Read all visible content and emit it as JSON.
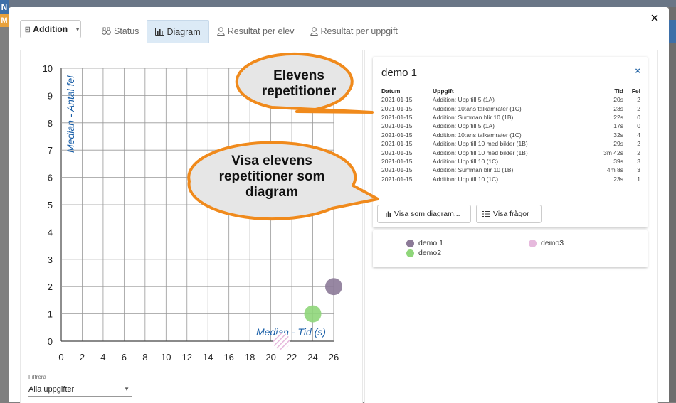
{
  "background": {
    "logo_top": "N",
    "logo_bottom": "M"
  },
  "toolbar": {
    "subject_select": "Addition"
  },
  "tabs": [
    {
      "label": "Status",
      "icon": "binoculars-icon"
    },
    {
      "label": "Diagram",
      "icon": "bar-chart-icon",
      "active": true
    },
    {
      "label": "Resultat per elev",
      "icon": "person-icon"
    },
    {
      "label": "Resultat per uppgift",
      "icon": "person-icon"
    }
  ],
  "close_label": "×",
  "chart_data": {
    "type": "scatter",
    "xlabel": "Median - Tid (s)",
    "ylabel": "Median - Antal fel",
    "xlim": [
      0,
      26
    ],
    "ylim": [
      0,
      10
    ],
    "x_ticks": [
      0,
      2,
      4,
      6,
      8,
      10,
      12,
      14,
      16,
      18,
      20,
      22,
      24,
      26
    ],
    "y_ticks": [
      0,
      1,
      2,
      3,
      4,
      5,
      6,
      7,
      8,
      9,
      10
    ],
    "grid": true,
    "series": [
      {
        "name": "demo 1",
        "color": "#8c7a98",
        "x": 26,
        "y": 2
      },
      {
        "name": "demo2",
        "color": "#8fd67a",
        "x": 24,
        "y": 1
      },
      {
        "name": "demo3",
        "color": "#e6b9dd",
        "x": 21,
        "y": 0,
        "pattern": "hatched"
      }
    ]
  },
  "filter": {
    "label": "Filtrera",
    "value": "Alla uppgifter"
  },
  "detail_card": {
    "title": "demo 1",
    "close": "×",
    "columns": {
      "datum": "Datum",
      "uppgift": "Uppgift",
      "tid": "Tid",
      "fel": "Fel"
    },
    "rows": [
      {
        "datum": "2021-01-15",
        "uppgift": "Addition: Upp till 5 (1A)",
        "tid": "20s",
        "fel": "2"
      },
      {
        "datum": "2021-01-15",
        "uppgift": "Addition: 10:ans talkamrater (1C)",
        "tid": "23s",
        "fel": "2"
      },
      {
        "datum": "2021-01-15",
        "uppgift": "Addition: Summan blir 10 (1B)",
        "tid": "22s",
        "fel": "0"
      },
      {
        "datum": "2021-01-15",
        "uppgift": "Addition: Upp till 5 (1A)",
        "tid": "17s",
        "fel": "0"
      },
      {
        "datum": "2021-01-15",
        "uppgift": "Addition: 10:ans talkamrater (1C)",
        "tid": "32s",
        "fel": "4"
      },
      {
        "datum": "2021-01-15",
        "uppgift": "Addition: Upp till 10 med bilder (1B)",
        "tid": "29s",
        "fel": "2"
      },
      {
        "datum": "2021-01-15",
        "uppgift": "Addition: Upp till 10 med bilder (1B)",
        "tid": "3m 42s",
        "fel": "2"
      },
      {
        "datum": "2021-01-15",
        "uppgift": "Addition: Upp till 10 (1C)",
        "tid": "39s",
        "fel": "3"
      },
      {
        "datum": "2021-01-15",
        "uppgift": "Addition: Summan blir 10 (1B)",
        "tid": "4m 8s",
        "fel": "3"
      },
      {
        "datum": "2021-01-15",
        "uppgift": "Addition: Upp till 10 (1C)",
        "tid": "23s",
        "fel": "1"
      }
    ],
    "show_diagram_button": "Visa som diagram...",
    "show_questions_button": "Visa frågor"
  },
  "legend": [
    {
      "name": "demo 1",
      "color": "#8c7a98"
    },
    {
      "name": "demo3",
      "color": "#e6b9dd"
    },
    {
      "name": "demo2",
      "color": "#8fd67a"
    }
  ],
  "callouts": {
    "top": "Elevens repetitioner",
    "bottom": "Visa elevens repetitioner som diagram",
    "fill": "#e6e6e6",
    "stroke": "#f08a1c"
  }
}
